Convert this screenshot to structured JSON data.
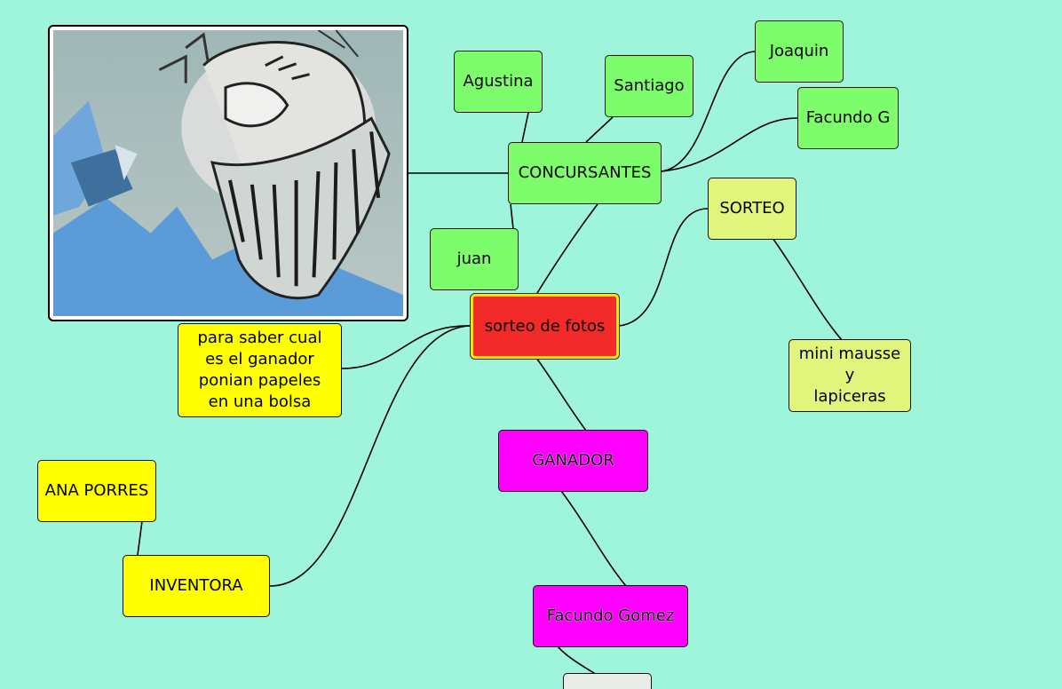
{
  "map": {
    "nodes": {
      "root": "sorteo de fotos",
      "concursantes": "CONCURSANTES",
      "agustina": "Agustina",
      "santiago": "Santiago",
      "joaquin": "Joaquin",
      "facundo_g": "Facundo G",
      "juan": "juan",
      "sorteo": "SORTEO",
      "premio": "mini mausse\ny\nlapiceras",
      "nota": "para saber cual\nes el ganador\nponian papeles\nen una bolsa",
      "ganador": "GANADOR",
      "facundo_gomez": "Facundo  Gomez",
      "inventora": "INVENTORA",
      "ana_porres": "ANA PORRES"
    },
    "colors": {
      "background": "#9ef5dc",
      "green": "#7dfd6c",
      "lime": "#e1f47c",
      "yellow": "#ffff00",
      "magenta": "#ff00ff",
      "root_fill": "#f22a2a",
      "root_border": "#ffe600"
    }
  }
}
